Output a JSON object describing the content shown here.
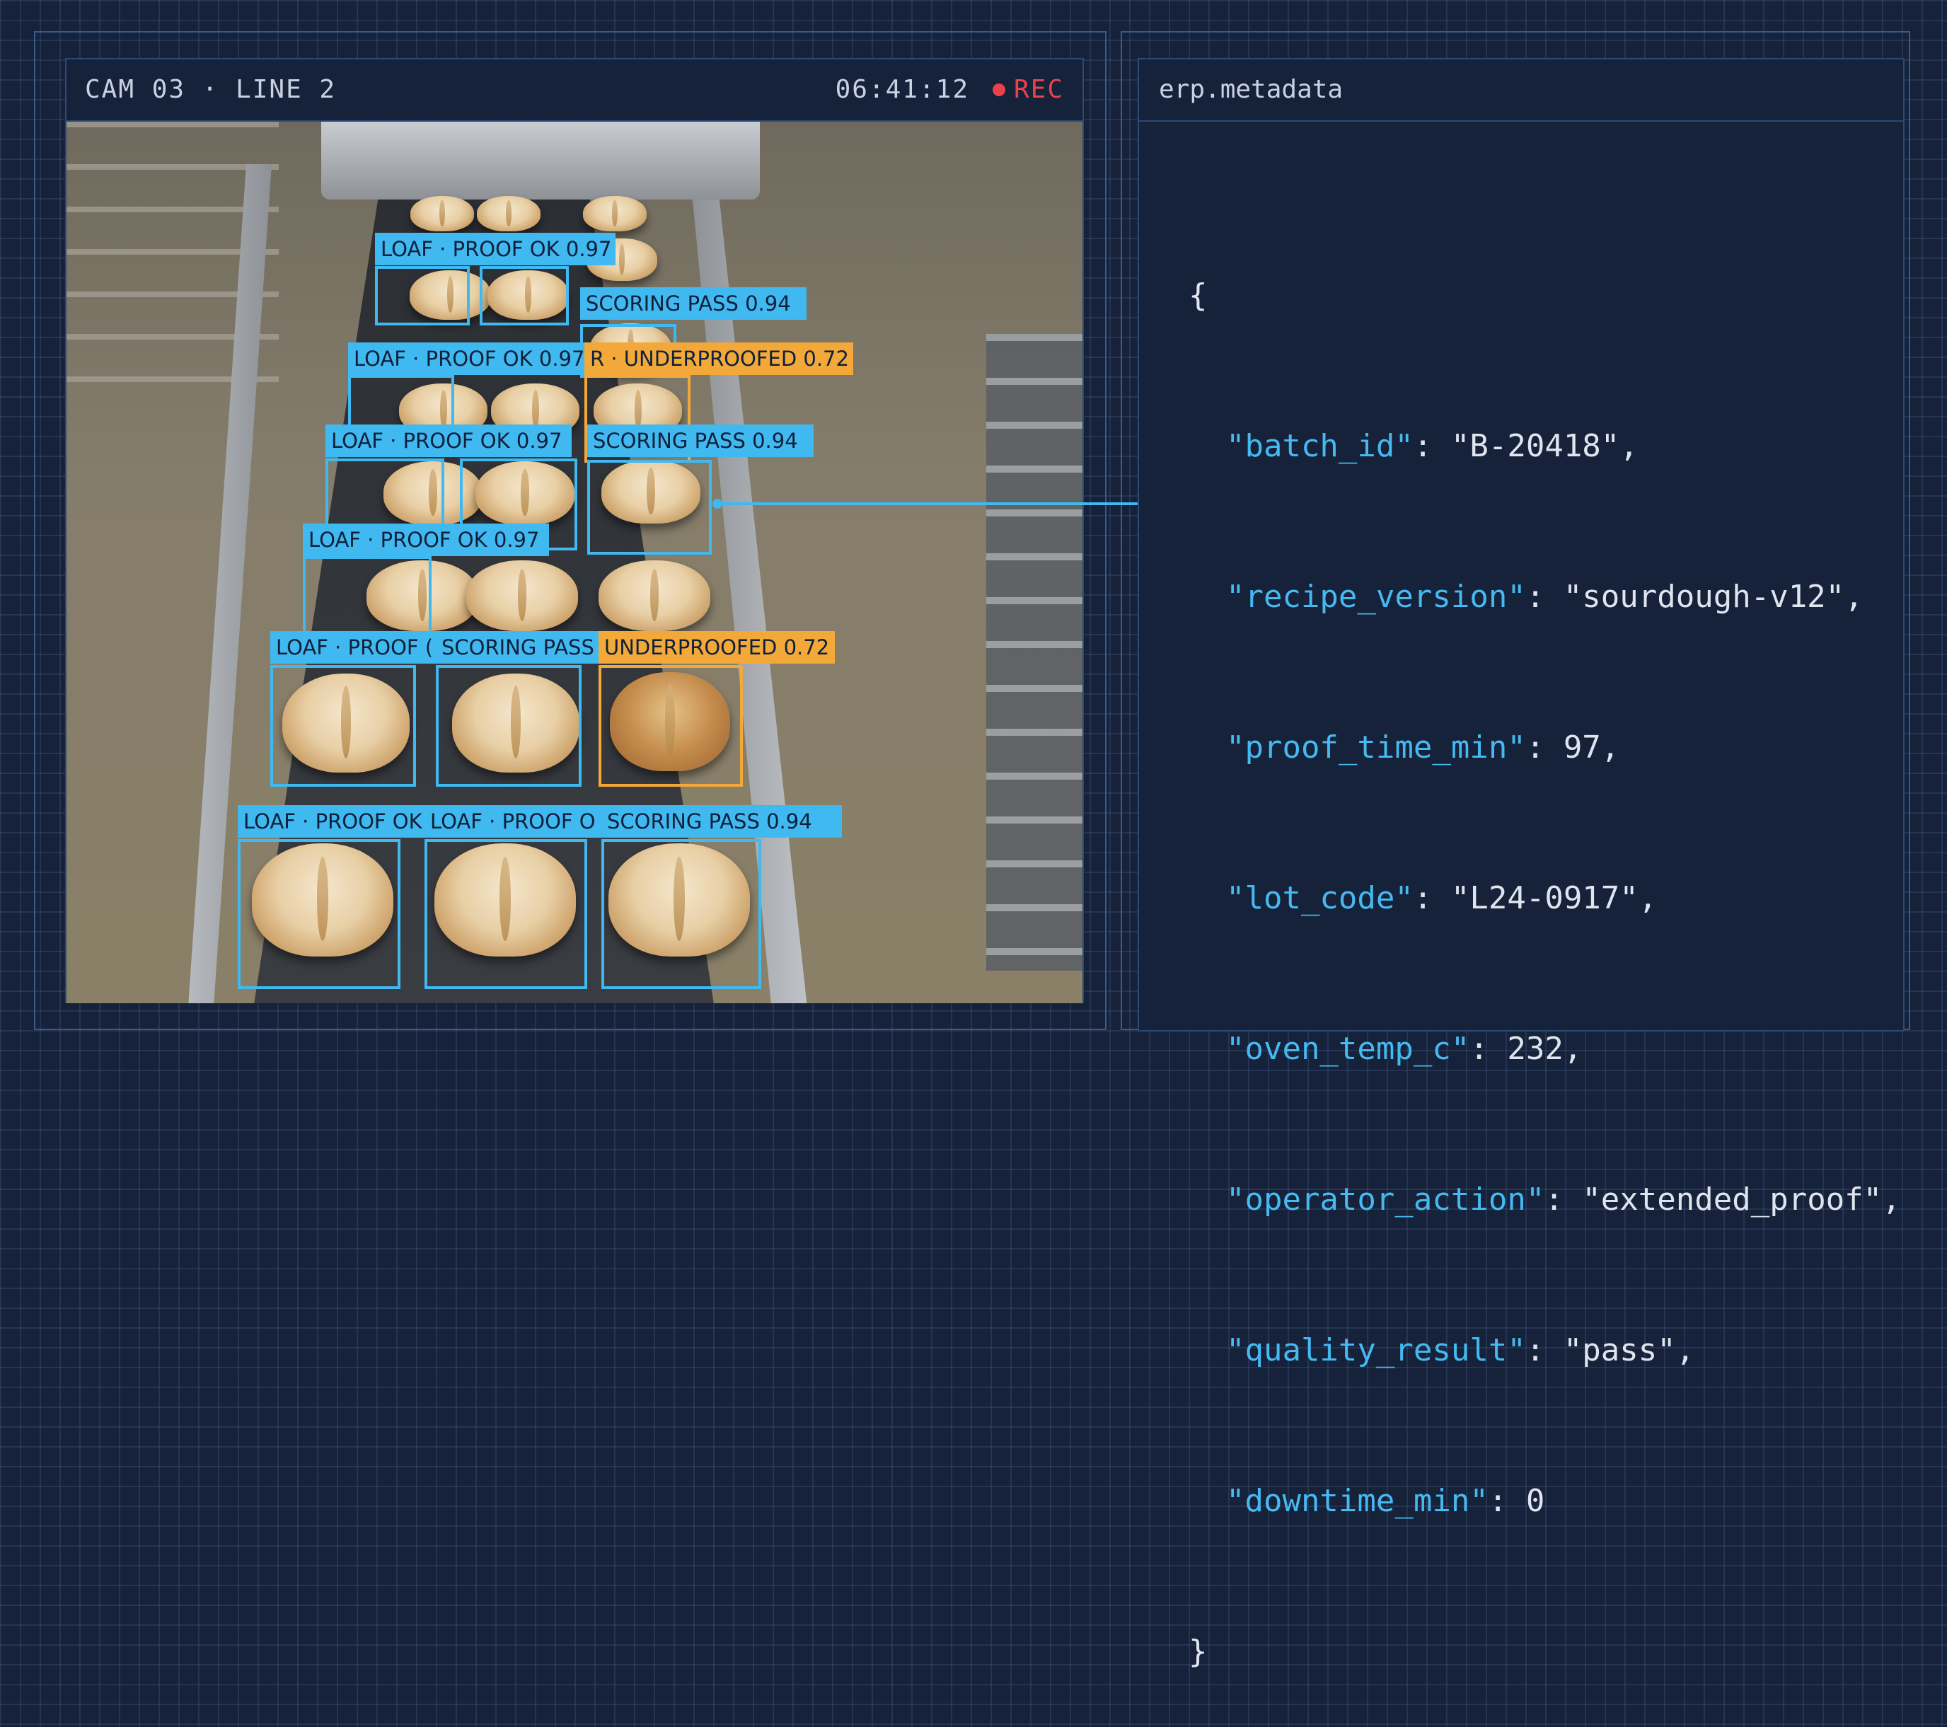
{
  "camera": {
    "label": "CAM 03 · LINE 2",
    "timestamp": "06:41:12",
    "status": "REC"
  },
  "detections": [
    {
      "label": "LOAF · PROOF OK 0.97",
      "status": "ok"
    },
    {
      "label": "SCORING PASS 0.94",
      "status": "ok"
    },
    {
      "label": "LOAF · PROOF OK 0.97",
      "status": "ok"
    },
    {
      "label": "R · UNDERPROOFED 0.72",
      "status": "warn"
    },
    {
      "label": "LOAF · PROOF OK 0.97",
      "status": "ok"
    },
    {
      "label": "SCORING PASS 0.94",
      "status": "ok"
    },
    {
      "label": "LOAF · PROOF OK 0.97",
      "status": "ok"
    },
    {
      "label": "LOAF · PROOF (",
      "status": "ok"
    },
    {
      "label": "SCORING PASS",
      "status": "ok"
    },
    {
      "label": "UNDERPROOFED 0.72",
      "status": "warn"
    },
    {
      "label": "LOAF · PROOF OK",
      "status": "ok"
    },
    {
      "label": "LOAF · PROOF O",
      "status": "ok"
    },
    {
      "label": "SCORING PASS 0.94",
      "status": "ok"
    }
  ],
  "metadata": {
    "title": "erp.metadata",
    "open_brace": "{",
    "close_brace": "}",
    "fields": [
      {
        "key": "\"batch_id\"",
        "value": "\"B-20418\","
      },
      {
        "key": "\"recipe_version\"",
        "value": "\"sourdough-v12\","
      },
      {
        "key": "\"proof_time_min\"",
        "value": "97,"
      },
      {
        "key": "\"lot_code\"",
        "value": "\"L24-0917\","
      },
      {
        "key": "\"oven_temp_c\"",
        "value": "232,"
      },
      {
        "key": "\"operator_action\"",
        "value": "\"extended_proof\","
      },
      {
        "key": "\"quality_result\"",
        "value": "\"pass\","
      },
      {
        "key": "\"downtime_min\"",
        "value": "0"
      }
    ]
  },
  "colors": {
    "ok": "#40b8f0",
    "warn": "#f3a93a",
    "rec": "#e9424d",
    "json_key": "#45b9f0",
    "background": "#16213a"
  }
}
